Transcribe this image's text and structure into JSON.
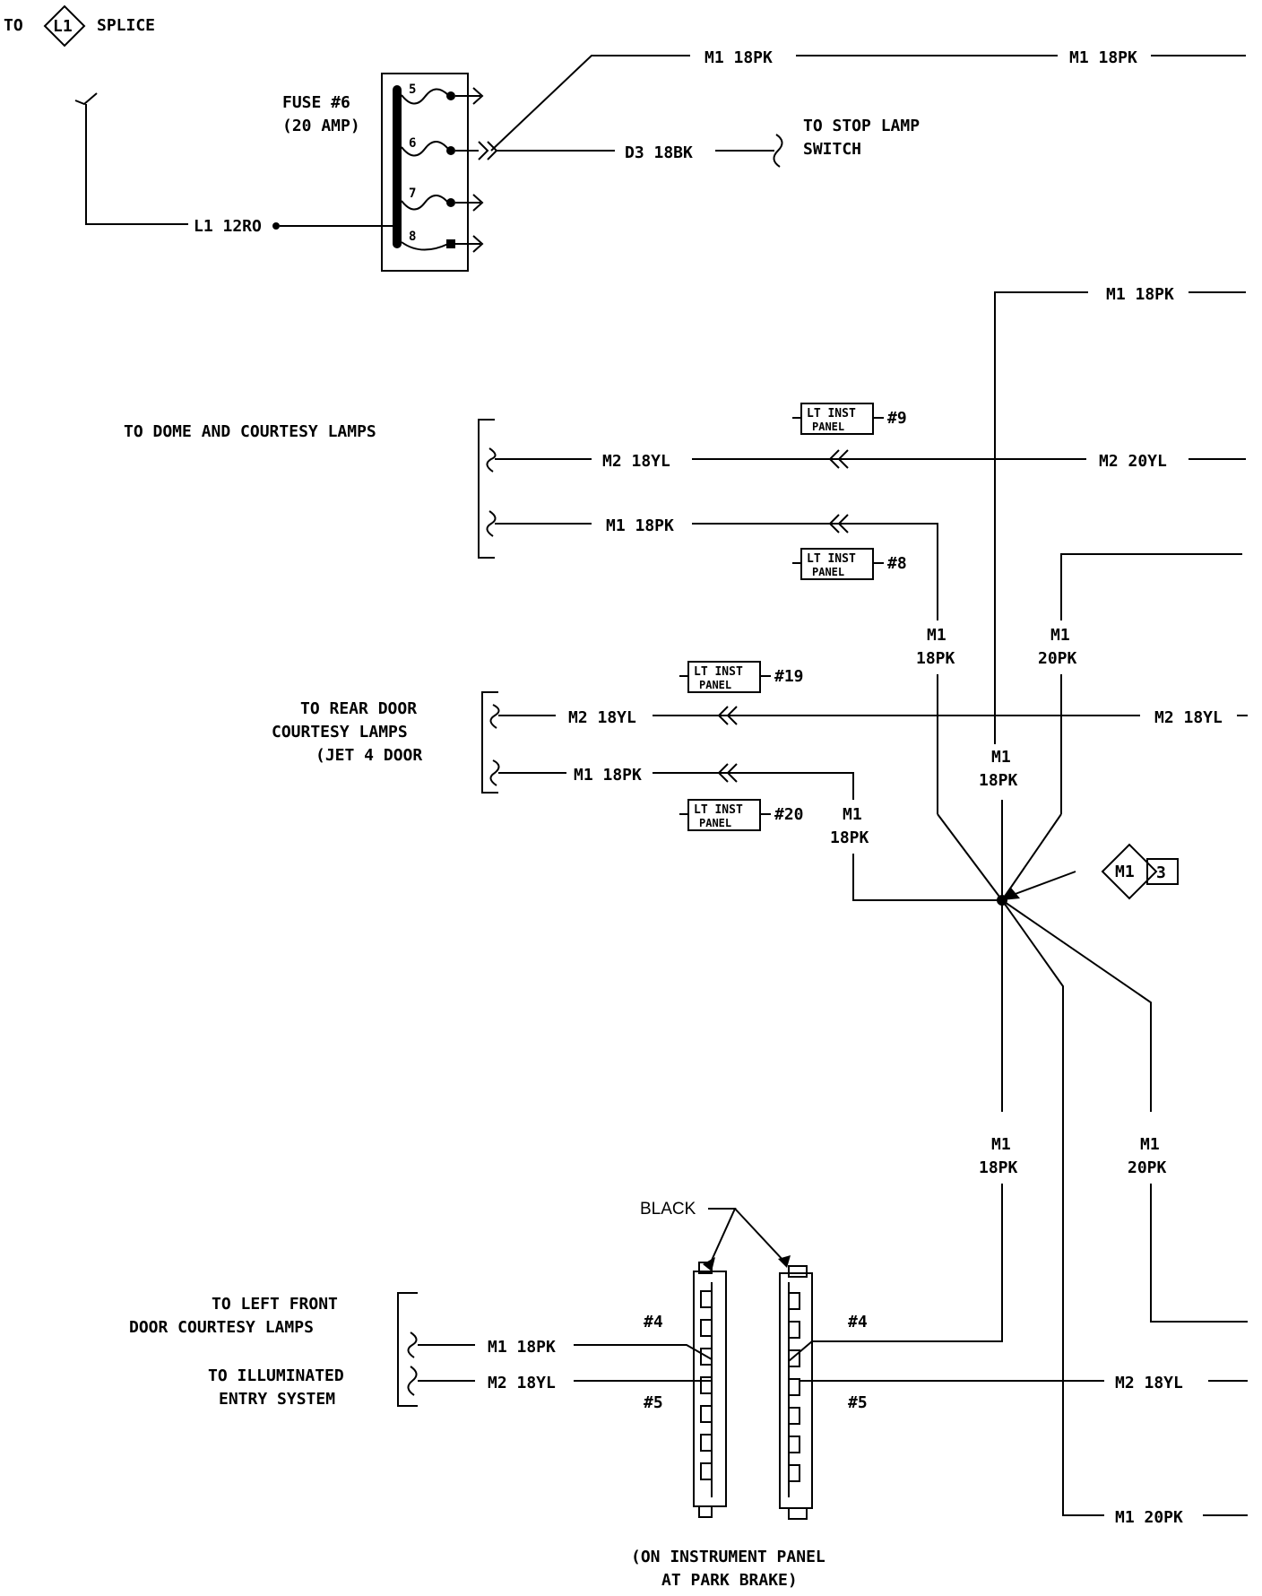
{
  "top_left": {
    "to": "TO",
    "splice_code": "L1",
    "splice": "SPLICE"
  },
  "fuse_block": {
    "title": "FUSE #6",
    "rating": "(20 AMP)",
    "slots": [
      "5",
      "6",
      "7",
      "8"
    ],
    "input_wire": "L1 12RO"
  },
  "top_wires": {
    "m1_a": "M1 18PK",
    "m1_b": "M1 18PK",
    "d3": "D3 18BK",
    "stop_lamp": [
      "TO STOP LAMP",
      "SWITCH"
    ]
  },
  "right_m1_top": "M1 18PK",
  "dome": {
    "label": "TO DOME AND COURTESY LAMPS",
    "m2_left": "M2 18YL",
    "m2_right": "M2 20YL",
    "m1_left": "M1 18PK",
    "conn9": [
      "LT INST",
      "PANEL"
    ],
    "conn9_num": "#9",
    "conn8": [
      "LT INST",
      "PANEL"
    ],
    "conn8_num": "#8"
  },
  "vertical_labels": {
    "v1": [
      "M1",
      "18PK"
    ],
    "v2": [
      "M1",
      "20PK"
    ],
    "v3": [
      "M1",
      "18PK"
    ],
    "v4": [
      "M1",
      "18PK"
    ],
    "v5": [
      "M1",
      "18PK"
    ],
    "v6": [
      "M1",
      "20PK"
    ]
  },
  "rear": {
    "label": [
      "TO REAR DOOR",
      "COURTESY LAMPS",
      "(JET 4 DOOR"
    ],
    "m2_left": "M2 18YL",
    "m2_right": "M2 18YL",
    "m1_left": "M1 18PK",
    "conn19": [
      "LT INST",
      "PANEL"
    ],
    "conn19_num": "#19",
    "conn20": [
      "LT INST",
      "PANEL"
    ],
    "conn20_num": "#20"
  },
  "splice_ref": {
    "code": "M1",
    "number": "3"
  },
  "bottom": {
    "black": "BLACK",
    "left_front": [
      "TO LEFT FRONT",
      "DOOR COURTESY LAMPS"
    ],
    "illuminated": [
      "TO ILLUMINATED",
      "ENTRY SYSTEM"
    ],
    "m1_left": "M1 18PK",
    "m2_left": "M2 18YL",
    "pin4_left": "#4",
    "pin5_left": "#5",
    "pin4_right": "#4",
    "pin5_right": "#5",
    "m2_right": "M2 18YL",
    "m1_right": "M1 20PK",
    "location": [
      "(ON INSTRUMENT PANEL",
      "AT PARK BRAKE)"
    ]
  }
}
